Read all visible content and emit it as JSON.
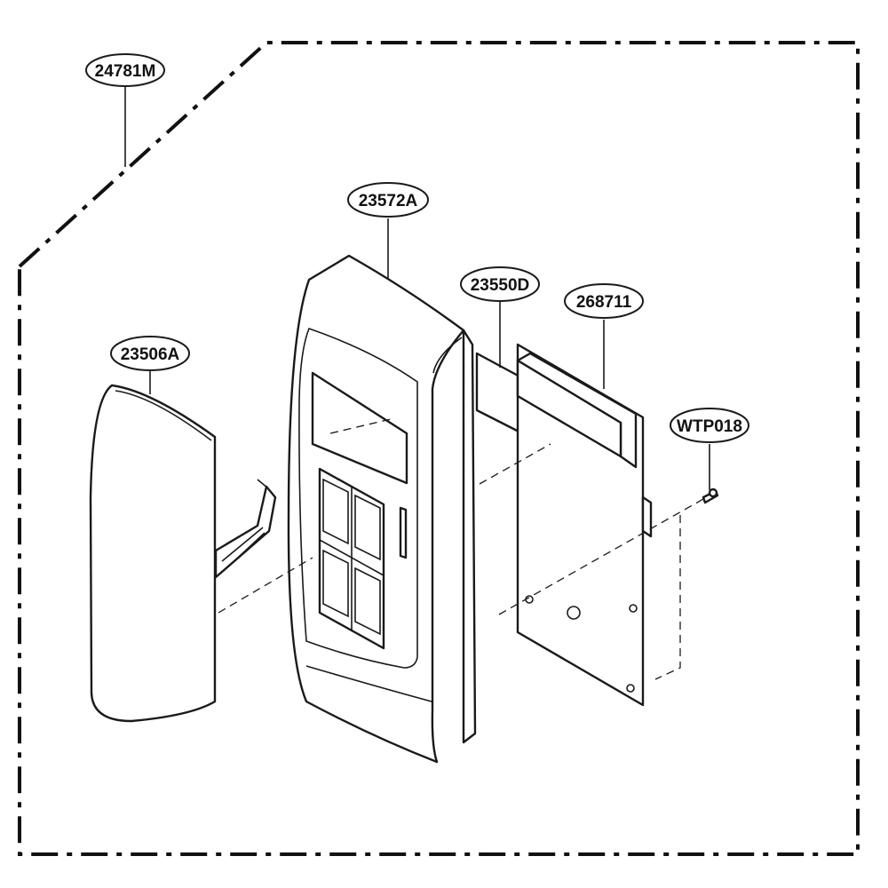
{
  "callouts": {
    "assembly": "24781M",
    "front_panel": "23572A",
    "door_cover": "23506A",
    "sheet": "23550D",
    "pcb": "268711",
    "screw": "WTP018"
  }
}
